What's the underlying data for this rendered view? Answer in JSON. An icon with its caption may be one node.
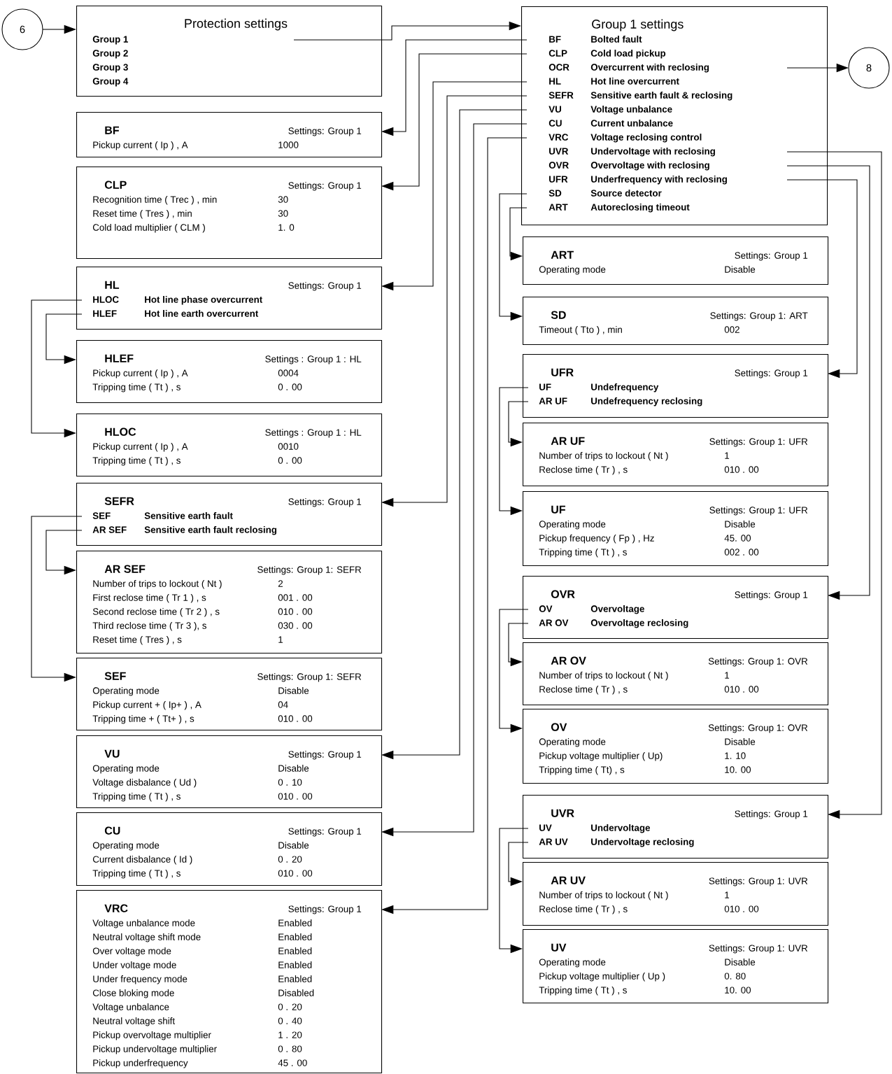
{
  "diagram": {
    "nodes": [
      {
        "text": [
          "6"
        ]
      },
      {
        "text": [
          "Protection settings",
          "Group 1",
          "Group 2",
          "Group 3",
          "Group 4"
        ]
      },
      {
        "text": [
          "Group 1 settings",
          "BF",
          "Bolted fault",
          "CLP",
          "Cold load pickup",
          "OCR",
          "Overcurrent with reclosing",
          "HL",
          "Hot line overcurrent",
          "SEFR",
          "Sensitive earth fault & reclosing",
          "VU",
          "Voltage unbalance",
          "CU",
          "Current unbalance",
          "VRC",
          "Voltage reclosing control",
          "UVR",
          "Undervoltage with reclosing",
          "OVR",
          "Overvoltage with reclosing",
          "UFR",
          "Underfrequency with reclosing",
          "SD",
          "Source detector",
          "ART",
          "Autoreclosing timeout"
        ]
      },
      {
        "text": [
          "8"
        ]
      },
      {
        "text": [
          "BF",
          "Settings: Group 1",
          "Pickup current ( Ip ) , A",
          "1000"
        ]
      },
      {
        "text": [
          "CLP",
          "Settings: Group 1",
          "Recognition time ( Trec ) , min",
          "30",
          "Reset time ( Tres ) , min",
          "30",
          "Cold load multiplier ( CLM )",
          "1. 0"
        ]
      },
      {
        "text": [
          "HL",
          "Settings: Group 1",
          "HLOC",
          "Hot line phase overcurrent",
          "HLEF",
          "Hot line earth overcurrent"
        ]
      },
      {
        "text": [
          "HLEF",
          "Settings : Group 1 : HL",
          "Pickup current ( Ip ) , A",
          "0004",
          "Tripping time ( Tt ) , s",
          "0 . 00"
        ]
      },
      {
        "text": [
          "HLOC",
          "Settings : Group 1 : HL",
          "Pickup current ( Ip ) , A",
          "0010",
          "Tripping time ( Tt ) , s",
          "0 . 00"
        ]
      },
      {
        "text": [
          "SEFR",
          "Settings: Group 1",
          "SEF",
          "Sensitive earth fault",
          "AR SEF",
          "Sensitive earth fault reclosing"
        ]
      },
      {
        "text": [
          "AR SEF",
          "Settings: Group 1: SEFR",
          "Number of trips to lockout ( Nt )",
          "2",
          "First reclose time ( Tr 1 ) , s",
          "001 . 00",
          "Second reclose time ( Tr 2 ) , s",
          "010 . 00",
          "Third reclose time ( Tr 3 ), s",
          "030 . 00",
          "Reset time ( Tres ) , s",
          "1"
        ]
      },
      {
        "text": [
          "SEF",
          "Settings: Group 1: SEFR",
          "Operating mode",
          "Disable",
          "Pickup current + ( Ip+ ) , A",
          "04",
          "Tripping time + ( Tt+ ) , s",
          "010 . 00"
        ]
      },
      {
        "text": [
          "VU",
          "Settings: Group 1",
          "Operating mode",
          "Disable",
          "Voltage disbalance ( Ud )",
          "0 . 10",
          "Tripping time ( Tt ) , s",
          "010 . 00"
        ]
      },
      {
        "text": [
          "CU",
          "Settings: Group 1",
          "Operating mode",
          "Disable",
          "Current disbalance ( Id )",
          "0 . 20",
          "Tripping time ( Tt ) , s",
          "010 . 00"
        ]
      },
      {
        "text": [
          "VRC",
          "Settings: Group 1",
          "Voltage unbalance mode",
          "Enabled",
          "Neutral voltage shift mode",
          "Enabled",
          "Over voltage mode",
          "Enabled",
          "Under voltage mode",
          "Enabled",
          "Under frequency mode",
          "Enabled",
          "Close bloking mode",
          "Disabled",
          "Voltage unbalance",
          "0 . 20",
          "Neutral voltage shift",
          "0 . 40",
          "Pickup overvoltage multiplier",
          "1 . 20",
          "Pickup undervoltage multiplier",
          "0 . 80",
          "Pickup underfrequency",
          "45 . 00"
        ]
      },
      {
        "text": [
          "ART",
          "Settings: Group 1",
          "Operating mode",
          "Disable"
        ]
      },
      {
        "text": [
          "SD",
          "Settings: Group 1: ART",
          "Timeout ( Tto ) , min",
          "002"
        ]
      },
      {
        "text": [
          "UFR",
          "Settings: Group 1",
          "UF",
          "Undefrequency",
          "AR UF",
          "Undefrequency reclosing"
        ]
      },
      {
        "text": [
          "AR UF",
          "Settings: Group 1: UFR",
          "Number of trips to lockout ( Nt )",
          "1",
          "Reclose time ( Tr ) , s",
          "010 . 00"
        ]
      },
      {
        "text": [
          "UF",
          "Settings: Group 1: UFR",
          "Operating mode",
          "Disable",
          "Pickup frequency ( Fp ) , Hz",
          "45. 00",
          "Tripping time ( Tt ) , s",
          "002 . 00"
        ]
      },
      {
        "text": [
          "OVR",
          "Settings: Group 1",
          "OV",
          "Overvoltage",
          "AR OV",
          "Overvoltage reclosing"
        ]
      },
      {
        "text": [
          "AR OV",
          "Settings: Group 1: OVR",
          "Number of trips to lockout ( Nt )",
          "1",
          "Reclose time ( Tr ) , s",
          "010 . 00"
        ]
      },
      {
        "text": [
          "OV",
          "Settings: Group 1: OVR",
          "Operating mode",
          "Disable",
          "Pickup voltage multiplier ( Up)",
          "1. 10",
          "Tripping time ( Tt) , s",
          "10. 00"
        ]
      },
      {
        "text": [
          "UVR",
          "Settings: Group 1",
          "UV",
          "Undervoltage",
          "AR UV",
          "Undervoltage reclosing"
        ]
      },
      {
        "text": [
          "AR UV",
          "Settings: Group 1: UVR",
          "Number of trips to lockout ( Nt )",
          "1",
          "Reclose time ( Tr ) , s",
          "010 . 00"
        ]
      },
      {
        "text": [
          "UV",
          "Settings: Group 1: UVR",
          "Operating mode",
          "Disable",
          "Pickup voltage multiplier ( Up )",
          "0. 80",
          "Tripping time ( Tt ) , s",
          "10. 00"
        ]
      }
    ],
    "edges": [
      {
        "from": 0,
        "to": 1,
        "arrow": "to"
      },
      {
        "from": 1,
        "to": 2,
        "arrow": "to"
      },
      {
        "from": 2,
        "to": 3,
        "arrow": "to"
      },
      {
        "from": 2,
        "to": 4,
        "arrow": "to"
      },
      {
        "from": 2,
        "to": 5,
        "arrow": "to"
      },
      {
        "from": 2,
        "to": 6,
        "arrow": "to"
      },
      {
        "from": 2,
        "to": 9,
        "arrow": "to"
      },
      {
        "from": 2,
        "to": 12,
        "arrow": "to"
      },
      {
        "from": 2,
        "to": 13,
        "arrow": "to"
      },
      {
        "from": 2,
        "to": 14,
        "arrow": "to"
      },
      {
        "from": 2,
        "to": 15,
        "arrow": "to"
      },
      {
        "from": 2,
        "to": 16,
        "arrow": "to"
      },
      {
        "from": 2,
        "to": 17,
        "arrow": "to"
      },
      {
        "from": 2,
        "to": 20,
        "arrow": "to"
      },
      {
        "from": 2,
        "to": 23,
        "arrow": "to"
      },
      {
        "from": 6,
        "to": 7,
        "arrow": "to"
      },
      {
        "from": 6,
        "to": 8,
        "arrow": "to"
      },
      {
        "from": 9,
        "to": 10,
        "arrow": "to"
      },
      {
        "from": 9,
        "to": 11,
        "arrow": "to"
      },
      {
        "from": 17,
        "to": 18,
        "arrow": "to"
      },
      {
        "from": 17,
        "to": 19,
        "arrow": "to"
      },
      {
        "from": 20,
        "to": 21,
        "arrow": "to"
      },
      {
        "from": 20,
        "to": 22,
        "arrow": "to"
      },
      {
        "from": 23,
        "to": 24,
        "arrow": "to"
      },
      {
        "from": 23,
        "to": 25,
        "arrow": "to"
      }
    ]
  }
}
